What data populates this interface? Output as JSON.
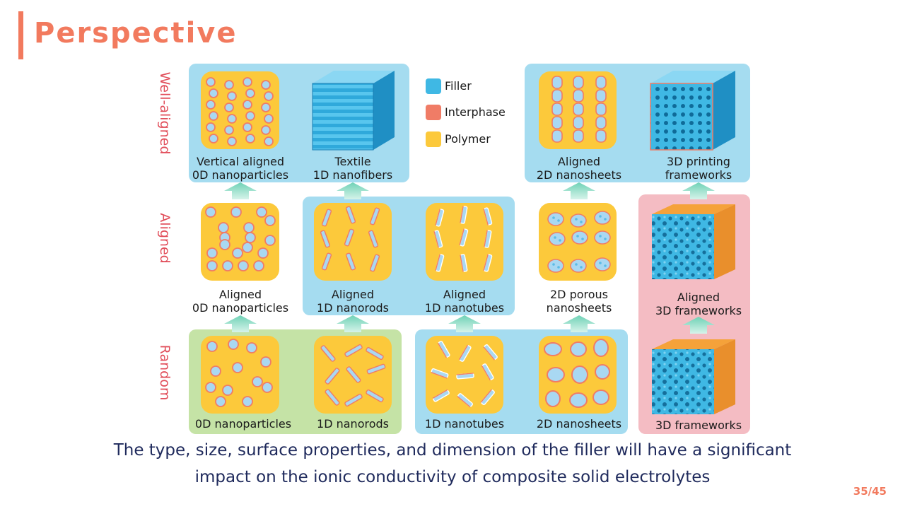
{
  "slide": {
    "title": "Perspective",
    "page_number": "35/45"
  },
  "colors": {
    "title": "#f27a5e",
    "row_label": "#e14e5a",
    "blue_panel": "#a5dcf0",
    "green_panel": "#c5e3a6",
    "pink_panel": "#f4bcc3",
    "polymer": "#fcc93b",
    "filler": "#3fb8e4",
    "interphase": "#f07c66",
    "arrow": "#7fd8bf",
    "caption": "#1f2a5c"
  },
  "legend": [
    {
      "label": "Filler",
      "color": "#3fb8e4"
    },
    {
      "label": "Interphase",
      "color": "#f07c66"
    },
    {
      "label": "Polymer",
      "color": "#fcc93b"
    }
  ],
  "row_labels": {
    "top": "Well-aligned",
    "middle": "Aligned",
    "bottom": "Random"
  },
  "nodes": {
    "well_0d": {
      "line1": "Vertical aligned",
      "line2": "0D nanoparticles"
    },
    "well_1d": {
      "line1": "Textile",
      "line2": "1D nanofibers"
    },
    "well_2d": {
      "line1": "Aligned",
      "line2": "2D nanosheets"
    },
    "well_3d": {
      "line1": "3D printing",
      "line2": "frameworks"
    },
    "aligned_0d": {
      "line1": "Aligned",
      "line2": "0D nanoparticles"
    },
    "aligned_rods": {
      "line1": "Aligned",
      "line2": "1D nanorods"
    },
    "aligned_tubes": {
      "line1": "Aligned",
      "line2": "1D nanotubes"
    },
    "porous_2d": {
      "line1": "2D porous",
      "line2": "nanosheets"
    },
    "aligned_3d": {
      "line1": "Aligned",
      "line2": "3D frameworks"
    },
    "random_0d": {
      "line1": "0D nanoparticles"
    },
    "random_rods": {
      "line1": "1D nanorods"
    },
    "random_tubes": {
      "line1": "1D nanotubes"
    },
    "random_sheets": {
      "line1": "2D nanosheets"
    },
    "random_3d": {
      "line1": "3D frameworks"
    }
  },
  "caption": {
    "line1": "The type, size, surface properties, and dimension of the filler will have a significant",
    "line2": "impact on the ionic conductivity of composite solid electrolytes"
  }
}
